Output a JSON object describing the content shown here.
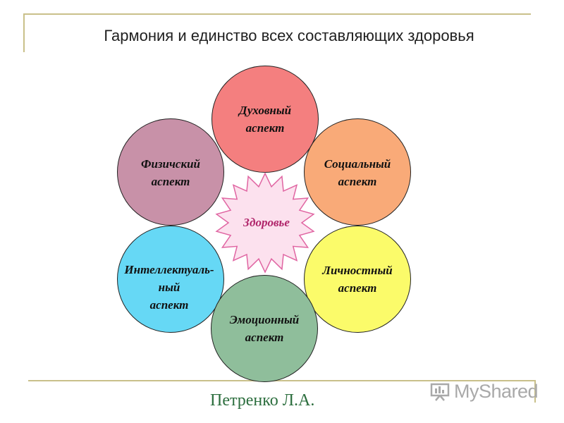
{
  "title": "Гармония и единство всех составляющих здоровья",
  "center": "Здоровье",
  "aspects": [
    {
      "id": "spiritual",
      "label": "Духовный\nаспект",
      "color": "#f47f7f"
    },
    {
      "id": "social",
      "label": "Социальный\nаспект",
      "color": "#f9aa78"
    },
    {
      "id": "personal",
      "label": "Личностный\nаспект",
      "color": "#fbfb6a"
    },
    {
      "id": "emotional",
      "label": "Эмоционный\nаспект",
      "color": "#8fbe9b"
    },
    {
      "id": "intellectual",
      "label": "Интеллектуаль-\nный\nаспект",
      "color": "#66d8f5"
    },
    {
      "id": "physical",
      "label": "Физичский\nаспект",
      "color": "#c891a8"
    }
  ],
  "center_color": "#fce1ee",
  "accent_border": "#e065a2",
  "author": "Петренко Л.А.",
  "watermark": "MyShared"
}
